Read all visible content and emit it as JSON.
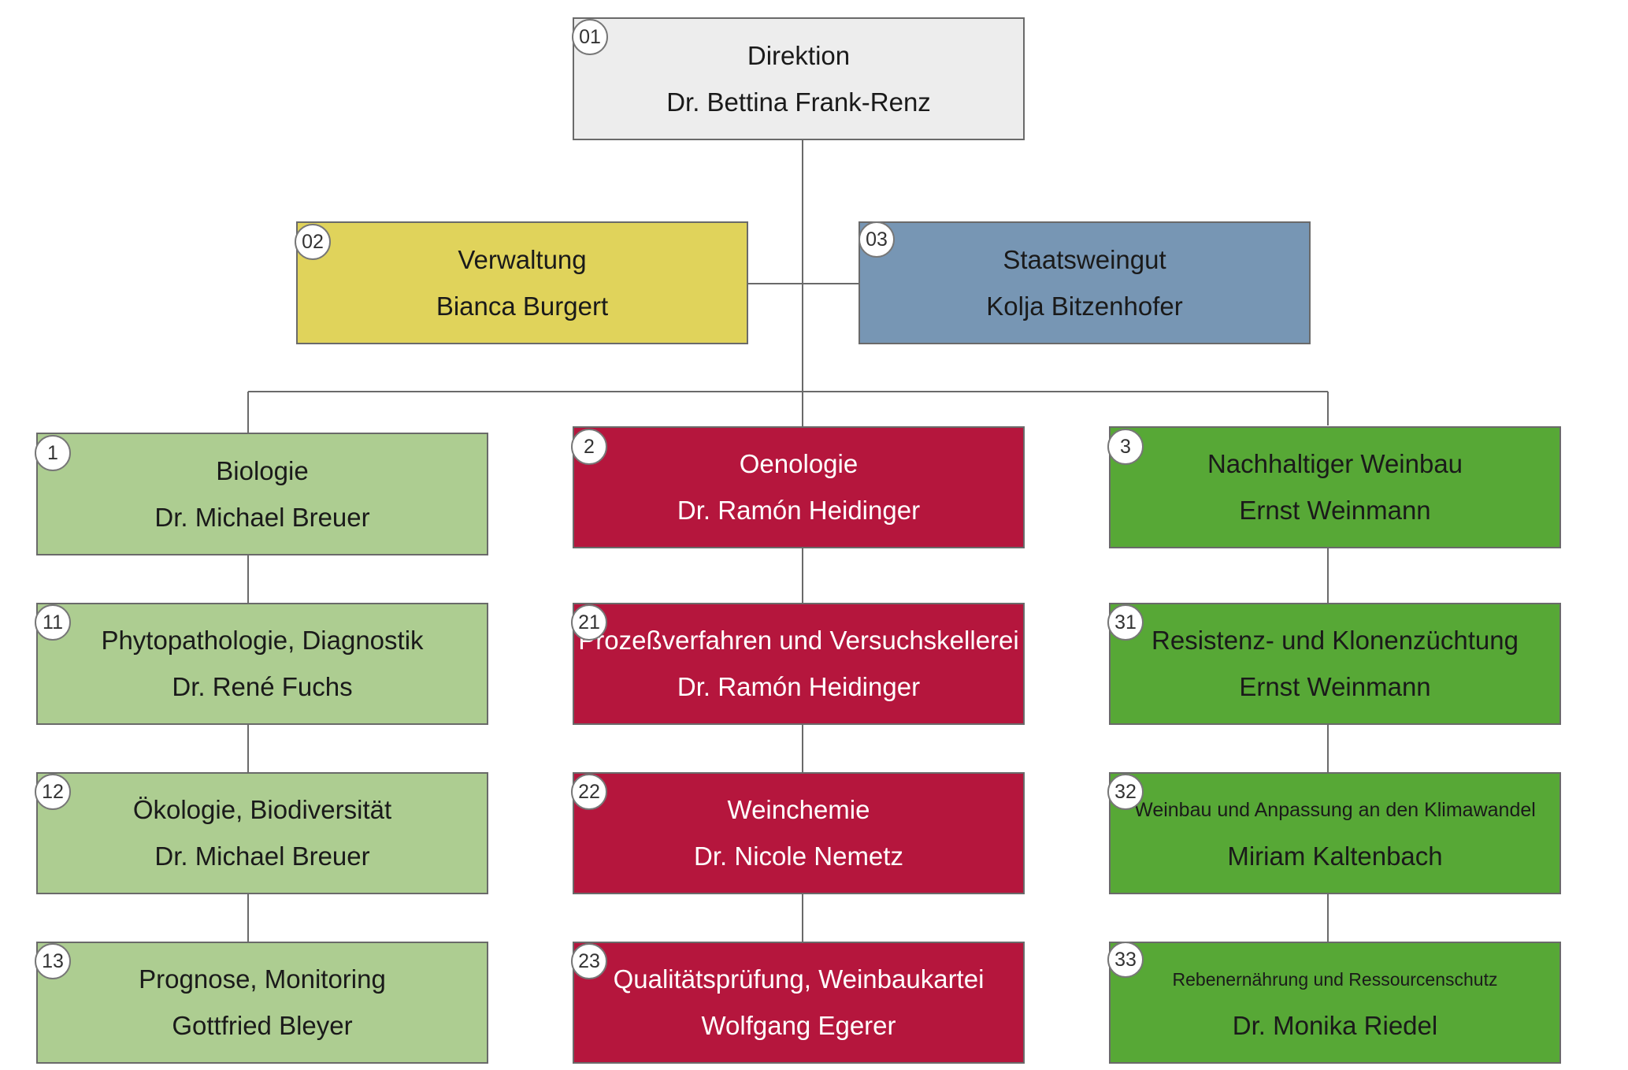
{
  "units": [
    {
      "id": "direktion",
      "badge": "01",
      "title": "Direktion",
      "person": "Dr. Bettina Frank-Renz"
    },
    {
      "id": "verwaltung",
      "badge": "02",
      "title": "Verwaltung",
      "person": "Bianca Burgert"
    },
    {
      "id": "staatsweingut",
      "badge": "03",
      "title": "Staatsweingut",
      "person": "Kolja Bitzenhofer"
    },
    {
      "id": "biologie",
      "badge": "1",
      "title": "Biologie",
      "person": "Dr. Michael Breuer"
    },
    {
      "id": "phytopathologie",
      "badge": "11",
      "title": "Phytopathologie, Diagnostik",
      "person": "Dr. René Fuchs"
    },
    {
      "id": "oekologie",
      "badge": "12",
      "title": "Ökologie, Biodiversität",
      "person": "Dr. Michael Breuer"
    },
    {
      "id": "prognose",
      "badge": "13",
      "title": "Prognose, Monitoring",
      "person": "Gottfried Bleyer"
    },
    {
      "id": "oenologie",
      "badge": "2",
      "title": "Oenologie",
      "person": "Dr. Ramón Heidinger"
    },
    {
      "id": "prozessverfahren",
      "badge": "21",
      "title": "Prozeßverfahren und Versuchskellerei",
      "person": "Dr. Ramón Heidinger"
    },
    {
      "id": "weinchemie",
      "badge": "22",
      "title": "Weinchemie",
      "person": "Dr. Nicole Nemetz"
    },
    {
      "id": "qualitaetspruefung",
      "badge": "23",
      "title": "Qualitätsprüfung, Weinbaukartei",
      "person": "Wolfgang Egerer"
    },
    {
      "id": "nachhaltiger-weinbau",
      "badge": "3",
      "title": "Nachhaltiger Weinbau",
      "person": "Ernst Weinmann"
    },
    {
      "id": "resistenz",
      "badge": "31",
      "title": "Resistenz- und Klonenzüchtung",
      "person": "Ernst Weinmann"
    },
    {
      "id": "klimawandel",
      "badge": "32",
      "title": "Weinbau und Anpassung an den Klimawandel",
      "person": "Miriam Kaltenbach"
    },
    {
      "id": "rebenernaehrung",
      "badge": "33",
      "title": "Rebenernährung und Ressourcenschutz",
      "person": "Dr. Monika Riedel"
    }
  ]
}
